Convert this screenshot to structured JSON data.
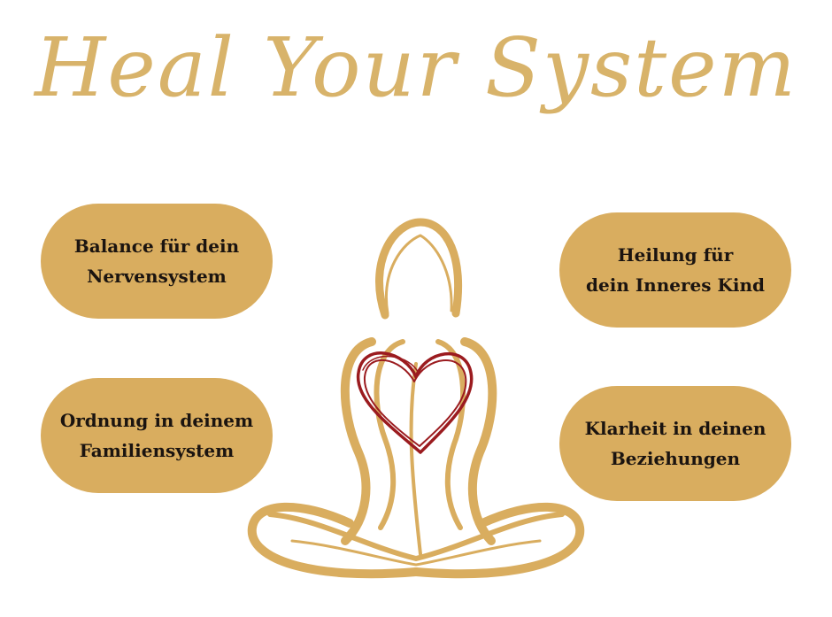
{
  "title": "Heal Your System",
  "pills": {
    "top_left": "Balance für dein\nNervensystem",
    "top_right": "Heilung für\ndein Inneres Kind",
    "bottom_left": "Ordnung in deinem\nFamiliensystem",
    "bottom_right": "Klarheit in deinen\nBeziehungen"
  },
  "colors": {
    "gold": "#d9ad5f",
    "title_gold": "#d8b36a",
    "heart_red": "#9b1b1f",
    "text_dark": "#1b1410"
  },
  "icons": {
    "figure": "meditating-figure-icon",
    "heart": "heart-icon"
  }
}
